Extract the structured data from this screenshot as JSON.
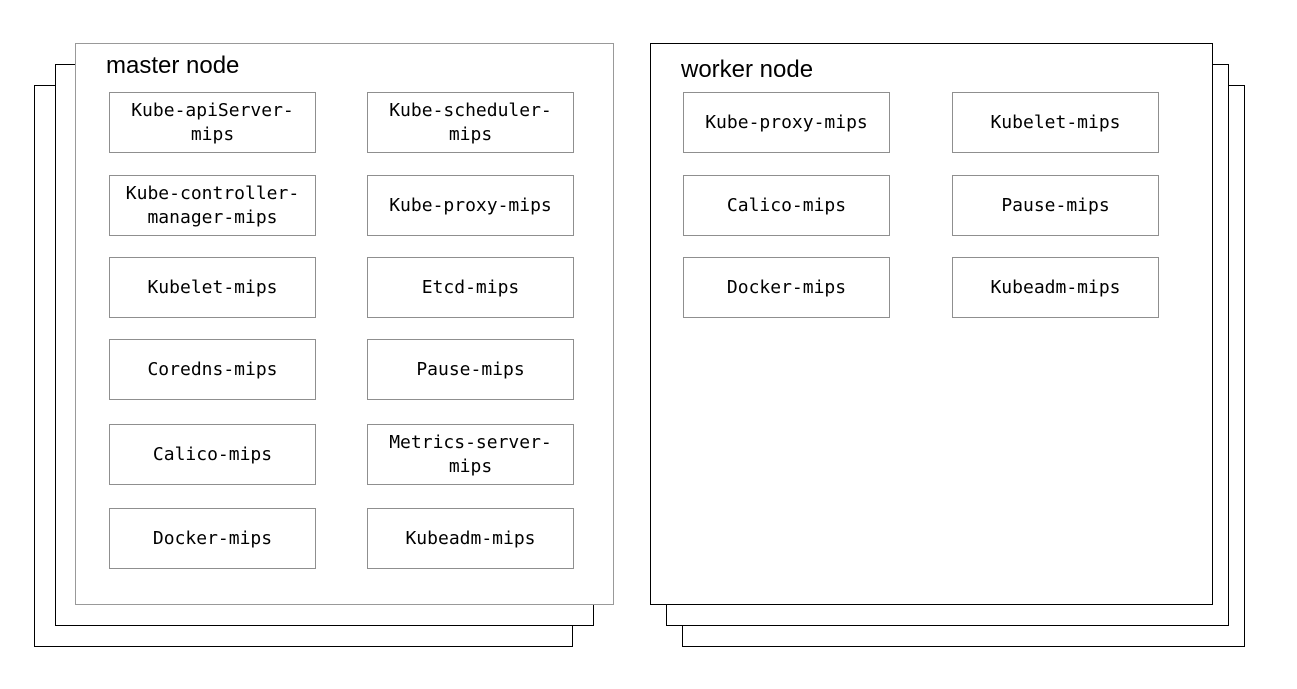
{
  "diagram": {
    "description": "Two stacks of node cards, each stack three layers deep, front layer listing mips container/image boxes",
    "stack_layers_per_node": 3,
    "colors": {
      "background": "#ffffff",
      "master_front_border": "#999999",
      "back_layer_border": "#000000",
      "worker_front_border": "#000000",
      "inner_box_border": "#8f8f8f",
      "text": "#000000"
    }
  },
  "master": {
    "title": "master node",
    "boxes": [
      "Kube-apiServer-mips",
      "Kube-scheduler-mips",
      "Kube-controller-manager-mips",
      "Kube-proxy-mips",
      "Kubelet-mips",
      "Etcd-mips",
      "Coredns-mips",
      "Pause-mips",
      "Calico-mips",
      "Metrics-server-mips",
      "Docker-mips",
      "Kubeadm-mips"
    ]
  },
  "worker": {
    "title": "worker node",
    "boxes": [
      "Kube-proxy-mips",
      "Kubelet-mips",
      "Calico-mips",
      "Pause-mips",
      "Docker-mips",
      "Kubeadm-mips"
    ]
  }
}
